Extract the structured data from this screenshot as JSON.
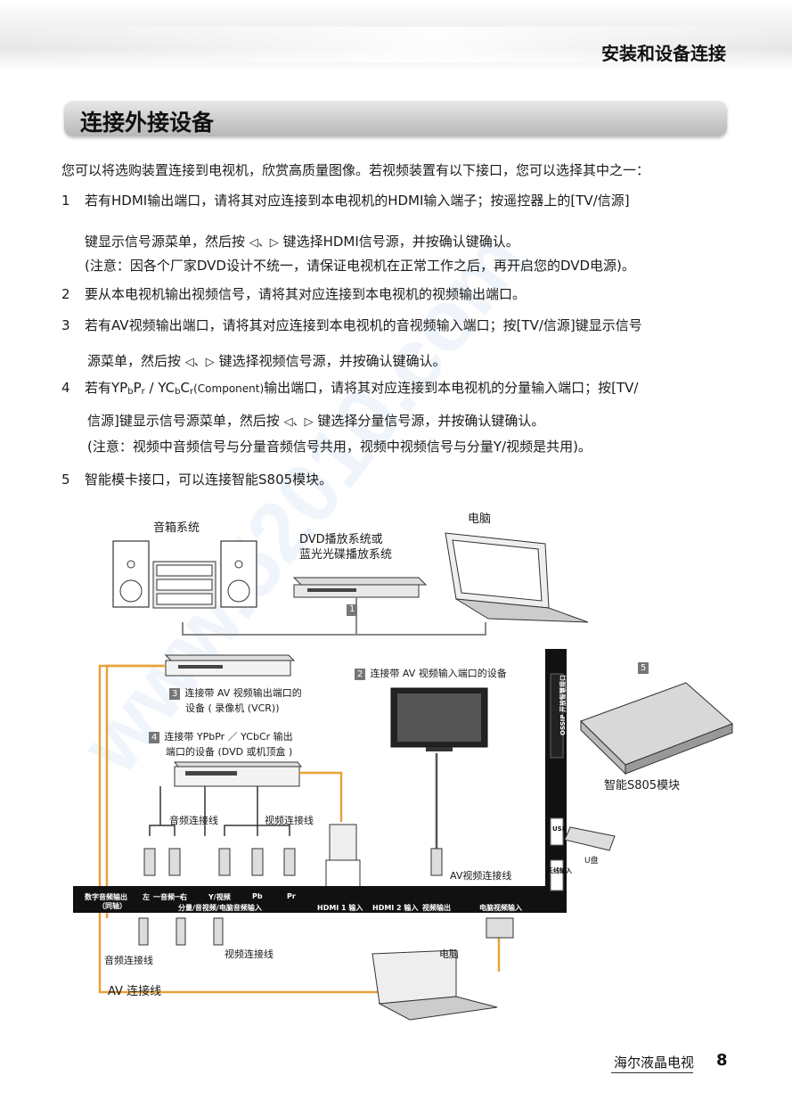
{
  "header": {
    "section": "安装和设备连接"
  },
  "title": "连接外接设备",
  "intro": "您可以将选购装置连接到电视机，欣赏高质量图像。若视频装置有以下接口，您可以选择其中之一：",
  "items": {
    "i1_num": "1",
    "i1_l1": "若有HDMI输出端口，请将其对应连接到本电视机的HDMI输入端子；按遥控器上的[TV/信源]",
    "i1_l2a": "键显示信号源菜单，然后按",
    "i1_l2b": "键选择HDMI信号源，并按确认键确认。",
    "i1_note": "(注意：因各个厂家DVD设计不统一，请保证电视机在正常工作之后，再开启您的DVD电源)。",
    "i2_num": "2",
    "i2_l1": "要从本电视机输出视频信号，请将其对应连接到本电视机的视频输出端口。",
    "i3_num": "3",
    "i3_l1": "若有AV视频输出端口，请将其对应连接到本电视机的音视频输入端口；按[TV/信源]键显示信号",
    "i3_l2a": "源菜单，然后按",
    "i3_l2b": "键选择视频信号源，并按确认键确认。",
    "i4_num": "4",
    "i4_l1a": "若有YP",
    "i4_sub_b": "b",
    "i4_p": "P",
    "i4_sub_r": "r",
    "i4_slash": " / YC",
    "i4_c": "C",
    "i4_comp": "(Component)",
    "i4_l1b": "输出端口，请将其对应连接到本电视机的分量输入端口；按[TV/",
    "i4_l2a": "信源]键显示信号源菜单，然后按",
    "i4_l2b": "键选择分量信号源，并按确认键确认。",
    "i4_note": "(注意：视频中音频信号与分量音频信号共用，视频中视频信号与分量Y/视频是共用)。",
    "i5_num": "5",
    "i5_l1": "智能模卡接口，可以连接智能S805模块。",
    "nav_glyphs": "◁、▷"
  },
  "diagram": {
    "speaker_label": "音箱系统",
    "dvd_label_1": "DVD播放系统或",
    "dvd_label_2": "蓝光光碟播放系统",
    "pc_label": "电脑",
    "tag1": "1",
    "tag2": "2",
    "tag2_text": "连接带 AV 视频输入端口的设备",
    "tag3": "3",
    "tag3_text_1": "连接带 AV 视频输出端口的",
    "tag3_text_2": "设备 ( 录像机 (VCR))",
    "tag4": "4",
    "tag4_text_1": "连接带 YPbPr ／ YCbCr 输出",
    "tag4_text_2": "端口的设备 (DVD 或机顶盒 )",
    "tag5": "5",
    "module_label": "智能S805模块",
    "audio_cable": "音频连接线",
    "video_cable": "视频连接线",
    "av_cable_right": "AV视频连接线",
    "usb_label": "U盘",
    "port_digital": "数字音频输出",
    "port_coax": "（同轴）",
    "port_left": "左",
    "port_audio": "一音频一",
    "port_right": "右",
    "port_y": "Y/视频",
    "port_pb": "Pb",
    "port_pr": "Pr",
    "port_component": "分量/音视频/电脑音频输入",
    "port_hdmi1": "HDMI 1 输入",
    "port_hdmi2": "HDMI 2 输入",
    "port_vout": "视频输出",
    "port_pc": "电脑视频输入",
    "port_usb": "USB",
    "port_antenna": "天线输入",
    "port_card": "OSSIP 开放智慧接口",
    "bottom_audio_cable": "音频连接线",
    "bottom_video_cable": "视频连接线",
    "bottom_pc": "电脑",
    "av_cable": "AV 连接线"
  },
  "watermark": "www.52010.com",
  "footer": {
    "brand": "海尔液晶电视",
    "page": "8"
  },
  "colors": {
    "cable_orange": "#e8a13c",
    "cable_grey": "#888888",
    "panel_black": "#111111"
  }
}
